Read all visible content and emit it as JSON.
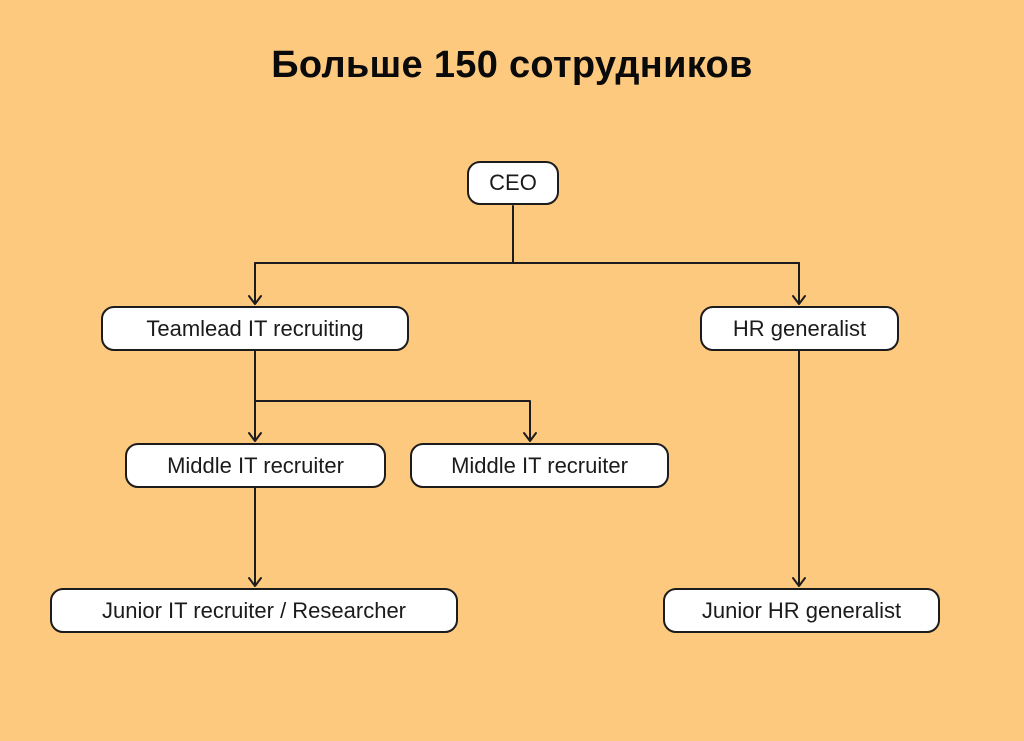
{
  "title": "Больше 150 сотрудников",
  "colors": {
    "background": "#fdc97e",
    "node_bg": "#ffffff",
    "line": "#1c1c1c",
    "text": "#1b1b1b",
    "title": "#0a0a0a"
  },
  "org_chart": {
    "nodes": {
      "ceo": {
        "label": "CEO"
      },
      "teamlead_it_recruiting": {
        "label": "Teamlead IT recruiting"
      },
      "hr_generalist": {
        "label": "HR generalist"
      },
      "middle_it_recruiter_1": {
        "label": "Middle IT recruiter"
      },
      "middle_it_recruiter_2": {
        "label": "Middle IT recruiter"
      },
      "junior_it_recruiter_researcher": {
        "label": "Junior IT recruiter / Researcher"
      },
      "junior_hr_generalist": {
        "label": "Junior HR generalist"
      }
    },
    "edges": [
      {
        "from": "ceo",
        "to": "teamlead_it_recruiting",
        "arrow": "open-v"
      },
      {
        "from": "ceo",
        "to": "hr_generalist",
        "arrow": "open-v"
      },
      {
        "from": "teamlead_it_recruiting",
        "to": "middle_it_recruiter_1",
        "arrow": "open-v"
      },
      {
        "from": "teamlead_it_recruiting",
        "to": "middle_it_recruiter_2",
        "arrow": "open-v"
      },
      {
        "from": "middle_it_recruiter_1",
        "to": "junior_it_recruiter_researcher",
        "arrow": "open-v"
      },
      {
        "from": "hr_generalist",
        "to": "junior_hr_generalist",
        "arrow": "open-v"
      }
    ]
  }
}
